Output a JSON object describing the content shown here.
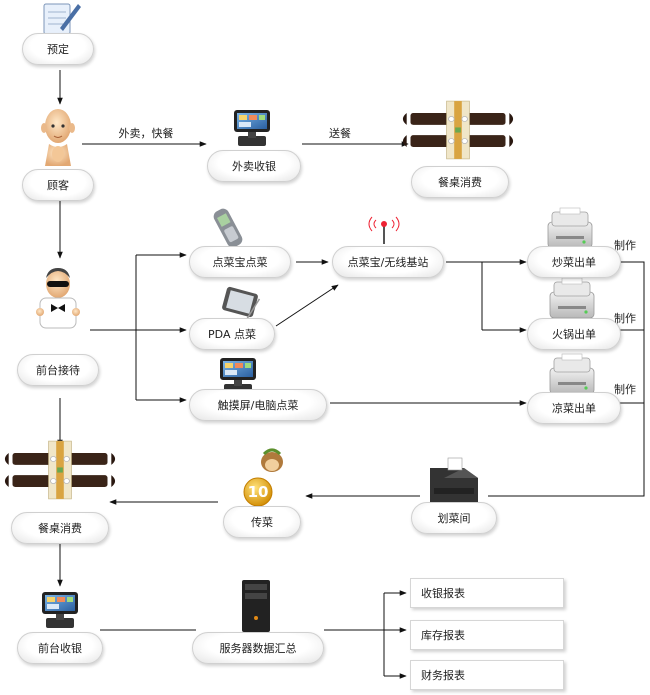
{
  "nodes": {
    "reserve": "预定",
    "customer": "顾客",
    "takeout_cashier": "外卖收银",
    "table_consume_top": "餐桌消费",
    "front_desk": "前台接待",
    "order_treasure": "点菜宝点菜",
    "pda_order": "PDA 点菜",
    "touch_order": "触摸屏/电脑点菜",
    "base_station": "点菜宝/无线基站",
    "stirfry_ticket": "炒菜出单",
    "hotpot_ticket": "火锅出单",
    "cold_ticket": "凉菜出单",
    "dispatch_room": "划菜间",
    "serve_food": "传菜",
    "table_consume": "餐桌消费",
    "front_cashier": "前台收银",
    "server_summary": "服务器数据汇总"
  },
  "edge_labels": {
    "takeout_fast": "外卖，快餐",
    "delivery": "送餐",
    "make_1": "制作",
    "make_2": "制作",
    "make_3": "制作"
  },
  "reports": [
    "收银报表",
    "库存报表",
    "财务报表"
  ],
  "badge": {
    "number": "10"
  },
  "colors": {
    "line": "#111111",
    "pill_border": "#d0d0d0",
    "table_wood": "#3a2418",
    "table_runner": "#d9a441"
  },
  "icons": {
    "reserve": "notepad-pen-icon",
    "customer": "bald-man-icon",
    "takeout_cashier": "pos-terminal-icon",
    "table": "dining-table-icon",
    "front_desk": "waiter-icon",
    "order_treasure": "mobile-phone-icon",
    "pda": "pda-device-icon",
    "touch": "pos-terminal-icon",
    "base_station": "antenna-icon",
    "printer": "receipt-printer-icon",
    "dispatch_room": "ticket-printer-icon",
    "serve_food": "monkey-mascot-icon",
    "front_cashier": "pos-terminal-icon",
    "server": "server-tower-icon"
  }
}
